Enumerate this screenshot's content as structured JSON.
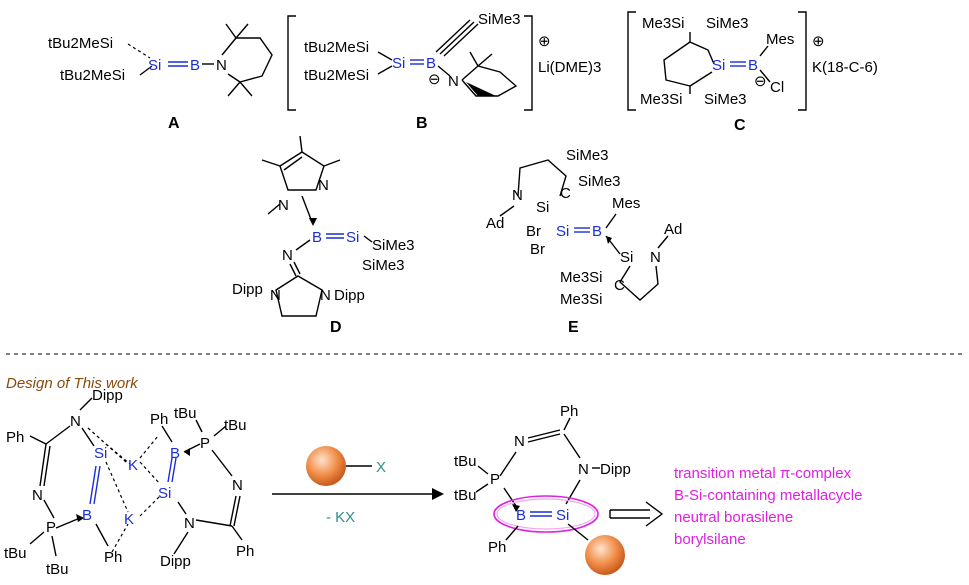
{
  "labels": {
    "A": "A",
    "B": "B",
    "C": "C",
    "D": "D",
    "E": "E"
  },
  "atoms": {
    "Si": "Si",
    "B": "B",
    "N": "N",
    "P": "P",
    "K": "K",
    "C": "C",
    "X": "X",
    "Ph": "Ph",
    "Dipp": "Dipp",
    "tBu": "tBu",
    "Mes": "Mes",
    "Ad": "Ad",
    "Br": "Br",
    "Cl": "Cl",
    "SiMe3": "SiMe3",
    "Me3Si": "Me3Si",
    "tBu2MeSi": "tBu2MeSi"
  },
  "counterions": {
    "B": "Li(DME)3",
    "C": "K(18-C-6)"
  },
  "charges": {
    "plus": "⊕",
    "minus": "⊖"
  },
  "section_title": "Design of This work",
  "reagent_label": "X",
  "reaction_byproduct": "- KX",
  "product_features": [
    "transition metal π-complex",
    "B-Si-containing metallacycle",
    "neutral borasilene",
    "borylsilane"
  ],
  "colors": {
    "boron_silicon": "#1a2fd6",
    "highlight": "#e020e0",
    "section_title": "#8a4a0c",
    "reagent_sphere": "#f08a4b"
  }
}
